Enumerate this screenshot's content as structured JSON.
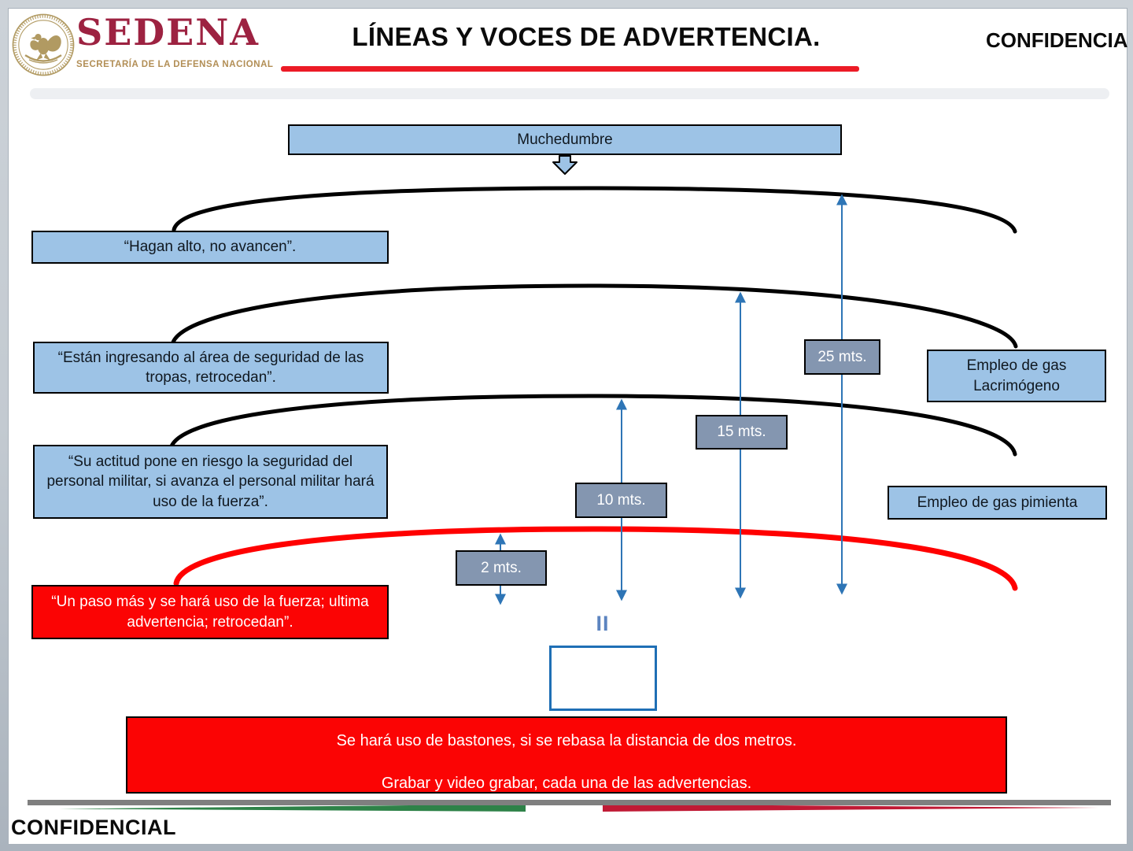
{
  "header": {
    "brand_name": "SEDENA",
    "brand_subtitle": "SECRETARÍA DE LA DEFENSA NACIONAL",
    "title": "LÍNEAS Y VOCES DE ADVERTENCIA.",
    "confidential_top": "CONFIDENCIA"
  },
  "diagram": {
    "crowd_label": "Muchedumbre",
    "warning_1": "“Hagan alto, no avancen”.",
    "warning_2": "“Están ingresando al área de seguridad de las tropas, retrocedan”.",
    "warning_3": "“Su actitud pone en riesgo la seguridad del personal militar, si avanza el personal militar hará uso de la fuerza”.",
    "warning_4": "“Un paso más y se hará uso de la fuerza; ultima advertencia; retrocedan”.",
    "distance_25": "25 mts.",
    "distance_15": "15 mts.",
    "distance_10": "10 mts.",
    "distance_2": "2 mts.",
    "gas_tear": "Empleo de gas Lacrimógeno",
    "gas_pepper": "Empleo de gas pimienta",
    "pause_symbol": "II",
    "note_line1": "Se hará uso de bastones, si se rebasa la distancia de dos metros.",
    "note_line2": "Grabar y video grabar, cada una de las advertencias."
  },
  "footer": {
    "confidential": "CONFIDENCIAL"
  },
  "colors": {
    "light_blue_box": "#9DC3E6",
    "slate_distance_box": "#8496B0",
    "alert_red_box": "#FB0404",
    "arc_red": "#FF0000",
    "arc_black": "#000000",
    "measure_line_blue": "#2E75B6",
    "pause_blue": "#5C84C0",
    "empty_box_border_blue": "#1F6FB5",
    "brand_maroon": "#9D2241",
    "brand_gold": "#B28E55",
    "title_rule_red": "#EC1B26",
    "footer_bar_gray": "#7F7F7F",
    "footer_taper_green": "#2E8248",
    "footer_taper_red": "#C01A35"
  }
}
